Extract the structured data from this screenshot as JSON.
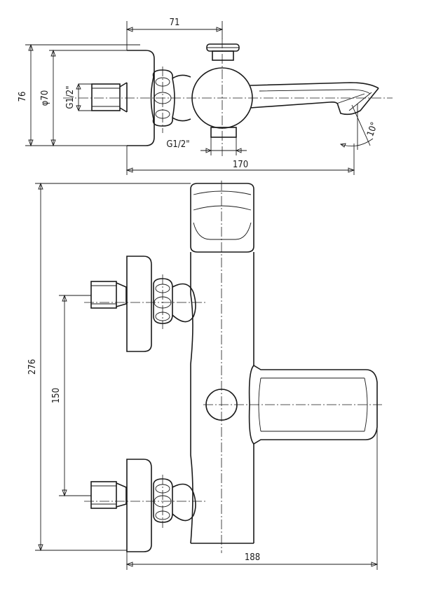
{
  "top_view": {
    "dim_width_71": "71",
    "dim_height_76": "76",
    "dim_diameter_70": "φ70",
    "dim_thread_left": "G1/2\"",
    "dim_thread_bottom": "G1/2\"",
    "dim_angle": "10°",
    "dim_length_170": "170"
  },
  "front_view": {
    "dim_height_276": "276",
    "dim_spacing_150": "150",
    "dim_width_188": "188"
  }
}
